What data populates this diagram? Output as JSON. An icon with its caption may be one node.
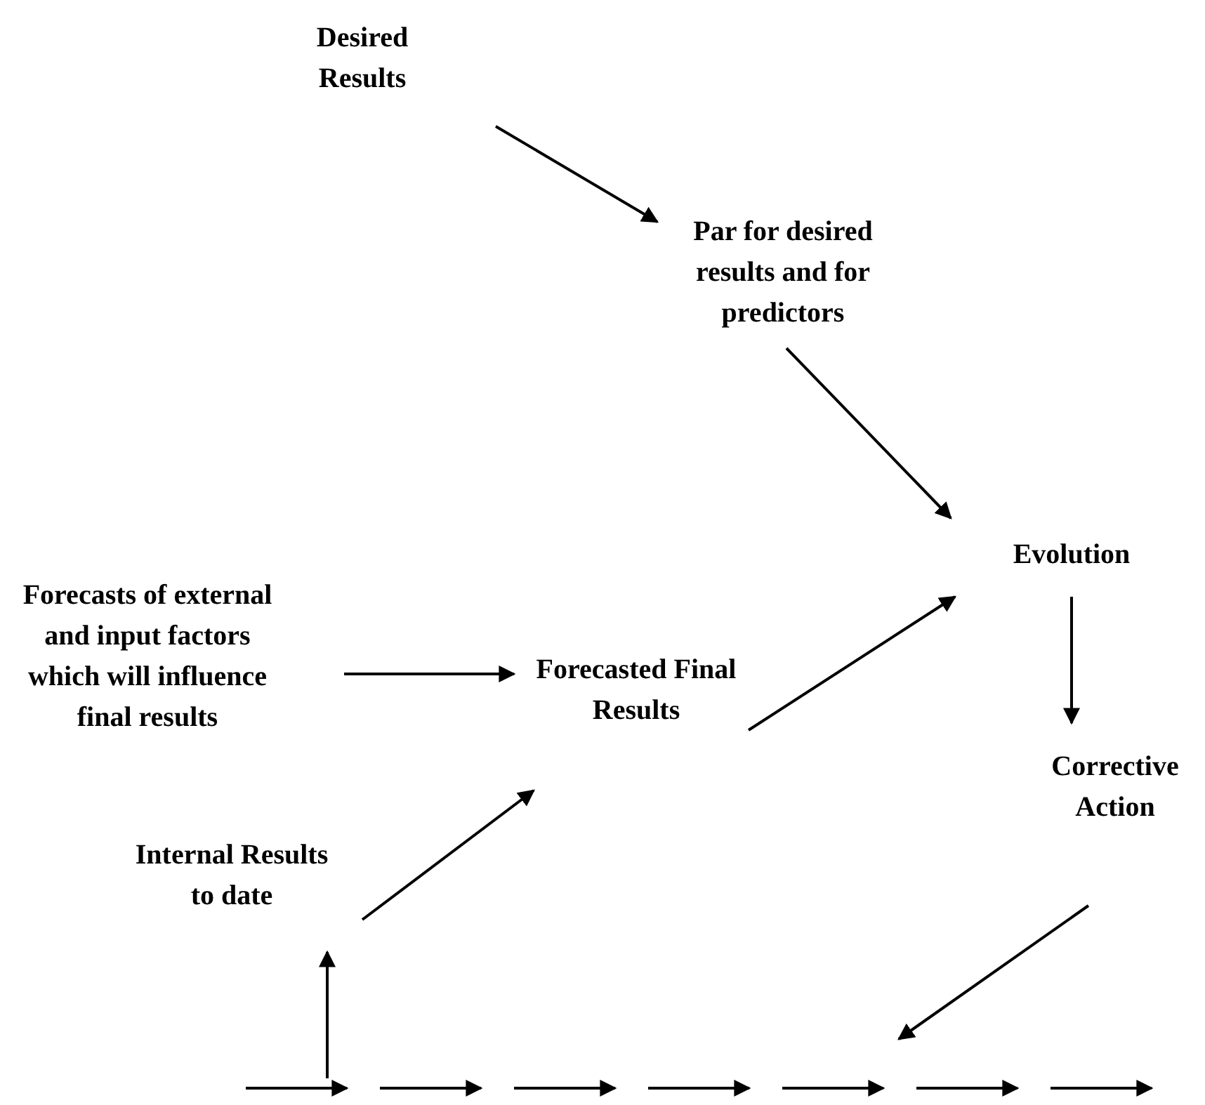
{
  "diagram": {
    "nodes": [
      {
        "text": [
          "Desired Results"
        ]
      },
      {
        "text": [
          "Par for desired results and for predictors"
        ]
      },
      {
        "text": [
          "Evolution"
        ]
      },
      {
        "text": [
          "Forecasts of external and input factors which will influence final results"
        ]
      },
      {
        "text": [
          "Forecasted Final Results"
        ]
      },
      {
        "text": [
          "Corrective Action"
        ]
      },
      {
        "text": [
          "Internal Results to date"
        ]
      },
      {
        "text": [],
        "shape": "arrow"
      }
    ],
    "edges": [
      {
        "from": 0,
        "to": 1,
        "arrow": "to"
      },
      {
        "from": 1,
        "to": 2,
        "arrow": "to"
      },
      {
        "from": 3,
        "to": 4,
        "arrow": "to"
      },
      {
        "from": 6,
        "to": 4,
        "arrow": "to"
      },
      {
        "from": 4,
        "to": 2,
        "arrow": "to"
      },
      {
        "from": 2,
        "to": 5,
        "arrow": "to"
      },
      {
        "from": 5,
        "to": 7,
        "arrow": "to"
      },
      {
        "from": 7,
        "to": 6,
        "arrow": "to"
      }
    ]
  }
}
